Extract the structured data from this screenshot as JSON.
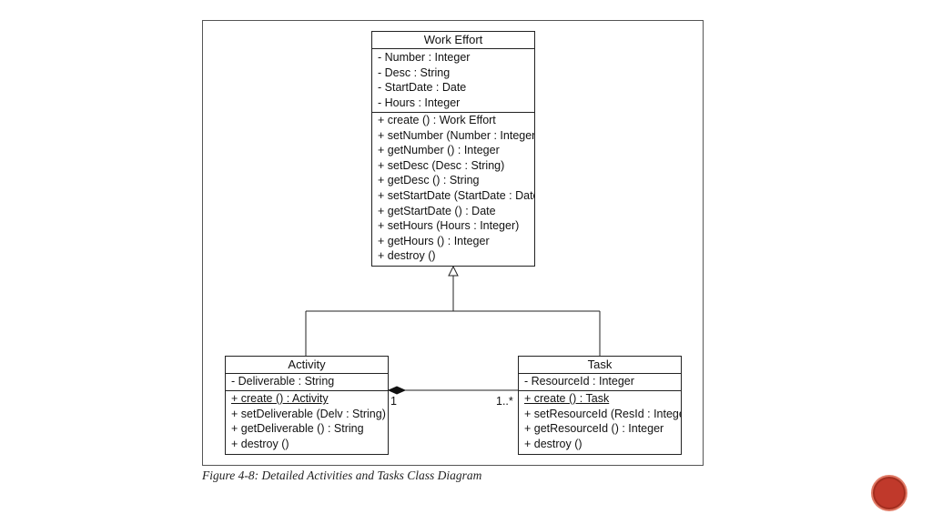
{
  "diagram": {
    "work_effort": {
      "name": "Work Effort",
      "attributes": [
        "- Number : Integer",
        "- Desc : String",
        "- StartDate : Date",
        "- Hours : Integer"
      ],
      "operations": [
        "+ create () : Work Effort",
        "+ setNumber (Number : Integer)",
        "+ getNumber () : Integer",
        "+ setDesc (Desc : String)",
        "+ getDesc () : String",
        "+ setStartDate (StartDate : Date)",
        "+ getStartDate () : Date",
        "+ setHours (Hours : Integer)",
        "+ getHours () : Integer",
        "+ destroy ()"
      ]
    },
    "activity": {
      "name": "Activity",
      "attributes": [
        "- Deliverable : String"
      ],
      "operations": [
        "+ create () : Activity",
        "+ setDeliverable (Delv : String)",
        "+ getDeliverable () : String",
        "+ destroy ()"
      ]
    },
    "task": {
      "name": "Task",
      "attributes": [
        "- ResourceId : Integer"
      ],
      "operations": [
        "+ create () : Task",
        "+ setResourceId (ResId : Integer)",
        "+ getResourceId () : Integer",
        "+ destroy ()"
      ]
    },
    "multiplicity_activity": "1",
    "multiplicity_task": "1..*"
  },
  "caption": "Figure 4-8: Detailed Activities and Tasks Class Diagram",
  "slide_number": "",
  "colors": {
    "line": "#222222",
    "badge": "#c0392b"
  }
}
